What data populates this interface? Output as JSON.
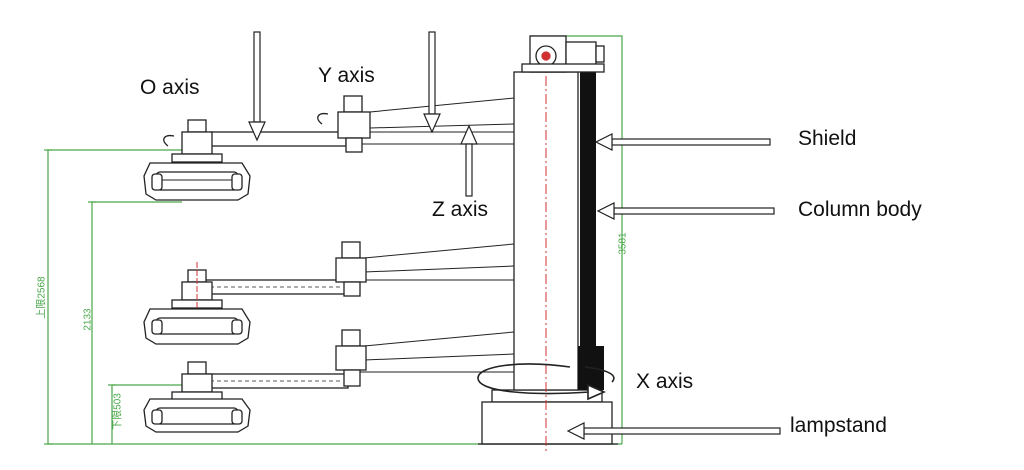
{
  "labels": {
    "o_axis": "O axis",
    "y_axis": "Y axis",
    "z_axis": "Z axis",
    "x_axis": "X axis",
    "shield": "Shield",
    "column_body": "Column body",
    "lampstand": "lampstand"
  },
  "dimensions": {
    "upper_limit": "上限2568",
    "middle": "2133",
    "lower_limit": "下限503",
    "column_height": "3581"
  },
  "colors": {
    "line": "#222222",
    "dimension": "#4aa84a",
    "centerline": "#d03030",
    "shield_fill": "#111111",
    "text": "#111111"
  }
}
